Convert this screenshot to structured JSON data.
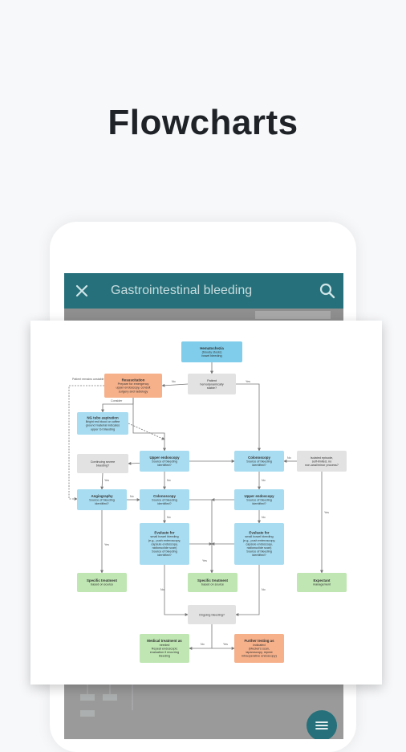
{
  "headline": "Flowcharts",
  "appbar": {
    "title": "Gastrointestinal bleeding",
    "close_icon": "close-icon",
    "search_icon": "search-icon"
  },
  "colors": {
    "teal": "#25707a",
    "blue": "#a8dcf0",
    "blueDark": "#7fcdea",
    "orange": "#f6b18b",
    "gray": "#e2e2e2",
    "green": "#bfe6b3",
    "line": "#777777"
  },
  "flow": {
    "n1": {
      "title": "Hematochezia",
      "sub": [
        "(bloody stools)",
        "bowel bleeding"
      ]
    },
    "n2": {
      "title": "",
      "sub": [
        "Patient",
        "hemodynamically",
        "stable?"
      ]
    },
    "n3": {
      "title": "Resuscitation",
      "sub": [
        "Prepare for emergency",
        "upper endoscopy, consult",
        "surgery and radiology"
      ]
    },
    "n4": {
      "title": "NG tube aspiration",
      "sub": [
        "Bright red blood or coffee",
        "ground material indicates",
        "upper GI bleeding"
      ]
    },
    "n5": {
      "title": "",
      "sub": [
        "Continuing severe",
        "bleeding?"
      ]
    },
    "n6": {
      "title": "Upper endoscopy",
      "sub": [
        "Source of bleeding",
        "identified?"
      ]
    },
    "n7": {
      "title": "Colonoscopy",
      "sub": [
        "Source of bleeding",
        "identified?"
      ]
    },
    "n8": {
      "title": "",
      "sub": [
        "Isolated episode,",
        "self-limited, no",
        "non-anal/minor process?"
      ]
    },
    "n9": {
      "title": "Angiography",
      "sub": [
        "Source of bleeding",
        "identified?"
      ]
    },
    "n10": {
      "title": "Colonoscopy",
      "sub": [
        "Source of bleeding",
        "identified?"
      ]
    },
    "n11": {
      "title": "Upper endoscopy",
      "sub": [
        "Source of bleeding",
        "identified?"
      ]
    },
    "n12": {
      "title": "Evaluate for",
      "sub": [
        "small bowel bleeding",
        "(e.g., push enteroscopy,",
        "capsule endoscopy,",
        "radionuclide scan)",
        "Source of bleeding",
        "identified?"
      ]
    },
    "n13": {
      "title": "Evaluate for",
      "sub": [
        "small bowel bleeding",
        "(e.g., push enteroscopy,",
        "capsule endoscopy,",
        "radionuclide scan)",
        "Source of bleeding",
        "identified?"
      ]
    },
    "n14": {
      "title": "Specific treatment",
      "sub": [
        "based on source"
      ]
    },
    "n15": {
      "title": "Specific treatment",
      "sub": [
        "based on source"
      ]
    },
    "n16": {
      "title": "Expectant",
      "sub": [
        "management"
      ]
    },
    "n17": {
      "title": "",
      "sub": [
        "Ongoing bleeding?"
      ]
    },
    "n18": {
      "title": "Medical treatment as",
      "sub": [
        "needed",
        "Repeat endoscopic",
        "evaluation if recurring",
        "bleeding"
      ]
    },
    "n19": {
      "title": "Further testing as",
      "sub": [
        "indicated",
        "(Meckel's scan,",
        "laparoscopy, repeat",
        "intraoperative endoscopy)"
      ]
    },
    "labels": {
      "yes": "Yes",
      "no": "No",
      "consider": "Consider",
      "unstable": "Patient remains unstable"
    }
  }
}
